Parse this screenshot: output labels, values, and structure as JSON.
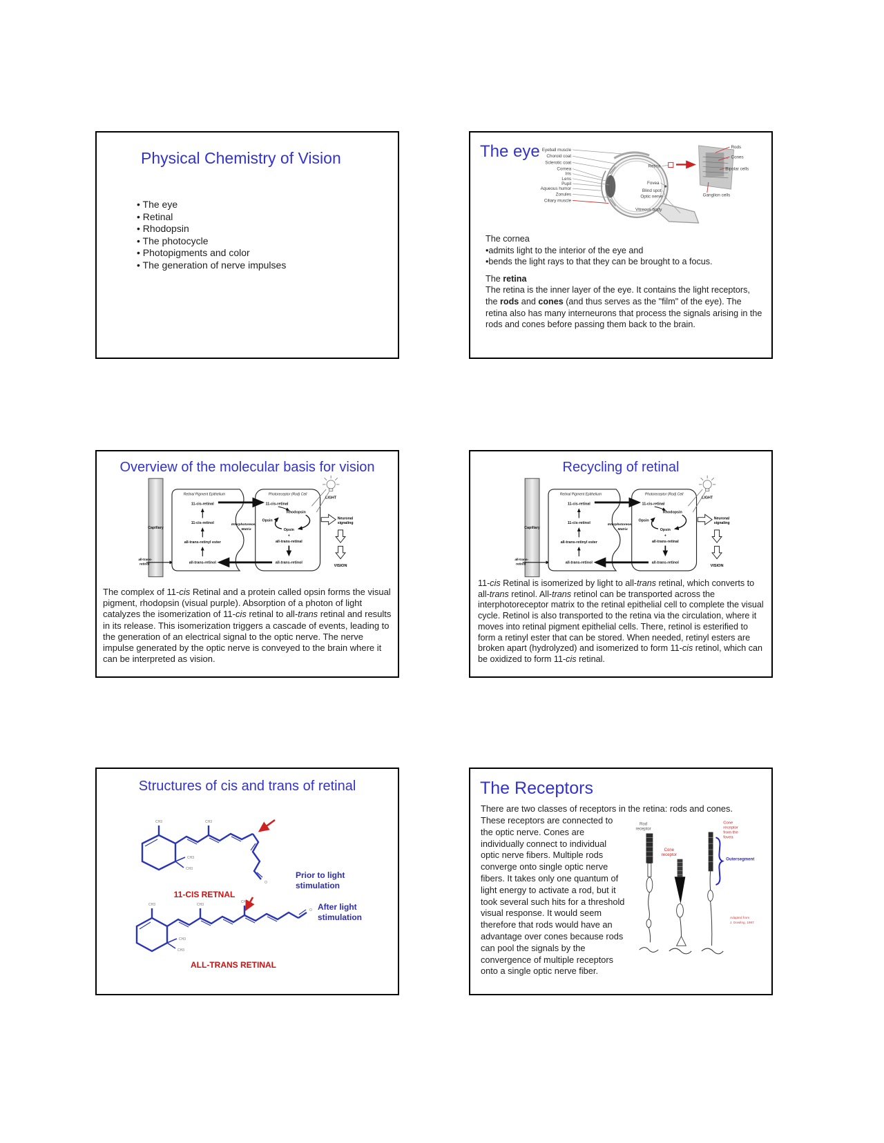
{
  "page": {
    "bg": "#ffffff",
    "accent_blue": "#3232cd",
    "accent_red": "#cc1111"
  },
  "slide1": {
    "title": "Physical Chemistry of Vision",
    "bullets": [
      "The eye",
      "Retinal",
      "Rhodopsin",
      "The photocycle",
      "Photopigments and color",
      "The generation of nerve impulses"
    ]
  },
  "slide2": {
    "title": "The eye",
    "eye_left": [
      "Eyeball muscle",
      "Choroid coat",
      "Sclerotic coat",
      "Cornea",
      "Iris",
      "Lens",
      "Pupil",
      "Aqueous humor",
      "Zonules",
      "Ciliary muscle"
    ],
    "eye_inner": [
      "Retina",
      "Fovea",
      "Blind spot",
      "Optic nerve",
      "Vitreous body"
    ],
    "eye_inset": [
      "Rods",
      "Cones",
      "Bipolar cells",
      "Ganglion cells"
    ],
    "cornea_heading": "The cornea",
    "cornea_b1": "•admits light to the interior of the eye and",
    "cornea_b2": "•bends the light rays to that they can be brought to a focus.",
    "retina_heading": "The **retina**",
    "retina_text": "The retina is the inner layer of the eye. It contains the light receptors, the **rods** and **cones** (and thus serves as the \"film\" of the eye). The retina also has many interneurons that process the signals arising in the rods and cones before passing them back to the brain."
  },
  "slide3": {
    "title": "Overview of the molecular basis for vision",
    "body": "The complex of 11-*cis* Retinal and a protein called opsin forms the visual pigment, rhodopsin (visual purple). Absorption of a photon of light catalyzes the isomerization of 11-*cis* retinal to all-*trans* retinal and results in its release. This isomerization triggers a cascade of events, leading to the generation of an electrical signal to the optic nerve. The nerve impulse generated by the optic nerve is conveyed to the brain where it can be interpreted as vision."
  },
  "slide4": {
    "title": "Recycling of retinal",
    "body": "11-*cis* Retinal is isomerized by light to all-*trans* retinal, which converts to all-*trans* retinol. All-*trans* retinol can be transported across the interphotoreceptor matrix to the retinal epithelial cell to complete the visual cycle. Retinol is also transported to the retina via the circulation, where it moves into retinal pigment epithelial cells. There, retinol is esterified to form a retinyl ester that can be stored. When needed, retinyl esters are broken apart (hydrolyzed) and isomerized to form 11-*cis* retinol, which can be oxidized to form 11-*cis* retinal."
  },
  "cycle": {
    "capillary": "Capillary",
    "external_retinol_1": "all-trans-",
    "external_retinol_2": "retinol",
    "epithelium_title": "Retinal Pigment Epithelium",
    "item_cis_retinal": "11-cis-retinal",
    "item_cis_retinol": "11-cis-retinol",
    "item_retinyl_ester": "all-trans-retinyl ester",
    "item_trans_retinol": "all-trans-retinol",
    "matrix_1": "Interphotoreceptor",
    "matrix_2": "Matrix",
    "photoreceptor_title": "Photoreceptor (Rod) Cell",
    "rhodopsin": "Rhodopsin",
    "opsin": "Opsin",
    "plus": "+",
    "item_trans_retinal": "all-trans-retinal",
    "light": "LIGHT",
    "neuronal_1": "Neuronal",
    "neuronal_2": "signaling",
    "vision": "VISION"
  },
  "slide5": {
    "title": "Structures of cis and trans of retinal",
    "cis_name": "11-CIS RETNAL",
    "trans_name": "ALL-TRANS RETINAL",
    "prior_1": "Prior to light",
    "prior_2": "stimulation",
    "after_1": "After light",
    "after_2": "stimulation",
    "ch3": "CH3",
    "o": "O"
  },
  "slide6": {
    "title": "The Receptors",
    "line1": "There are two classes of receptors in the retina: rods and cones.",
    "body": "These receptors are connected to the optic nerve. Cones are individually connect to individual optic nerve fibers. Multiple rods converge onto single optic nerve fibers. It takes only one quantum of light energy to activate a rod, but it took several such hits for a threshold visual response. It would seem therefore that rods would have an advantage over cones because rods can pool the signals by the convergence of multiple receptors onto a single optic nerve fiber.",
    "rod_1": "Rod",
    "rod_2": "receptor",
    "cone_1": "Cone",
    "cone_2": "receptor",
    "fovea_1": "Cone",
    "fovea_2": "receptor",
    "fovea_3": "from the",
    "fovea_4": "fovea",
    "outersegment": "Outersegment",
    "credit_1": "Adapted from",
    "credit_2": "J. Dowling, 1987"
  }
}
